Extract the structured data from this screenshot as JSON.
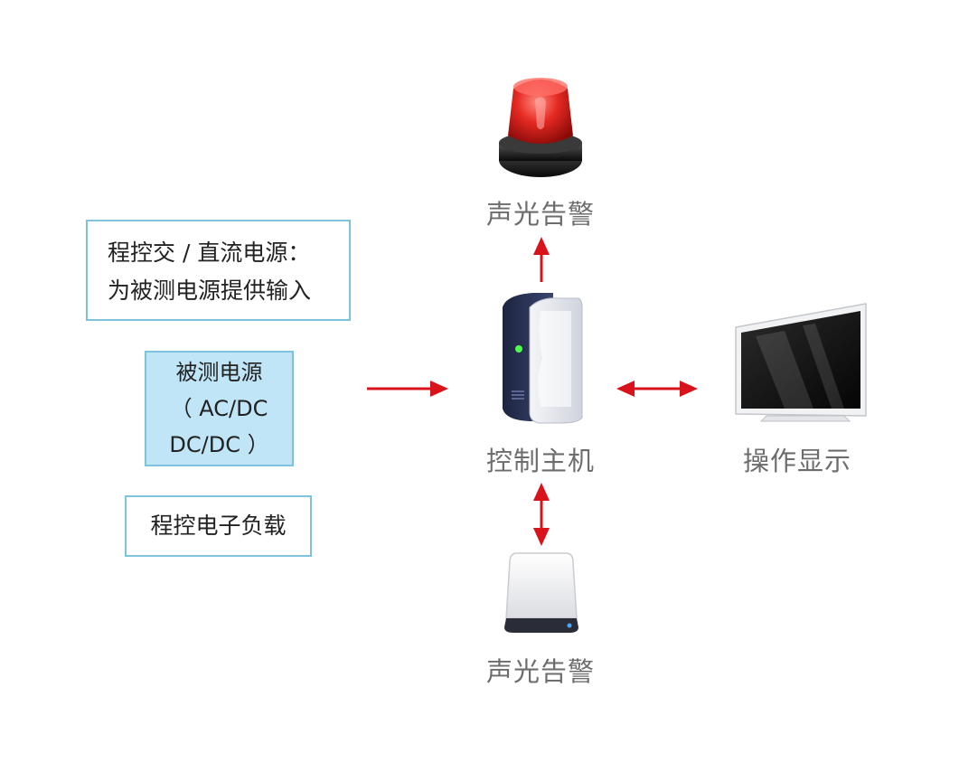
{
  "colors": {
    "arrow": "#d8131b",
    "box_border": "#7ec2dc",
    "power_fill": "#bfe5f7",
    "label_text": "#6d6d6d"
  },
  "alarm": {
    "icon": "red-siren-beacon-icon",
    "label": "声光告警"
  },
  "controller": {
    "icon": "server-tower-icon",
    "label": "控制主机"
  },
  "display": {
    "icon": "flat-screen-monitor-icon",
    "label": "操作显示"
  },
  "storage": {
    "icon": "external-hard-drive-icon",
    "label": "声光告警"
  },
  "left_boxes": {
    "programmable_supply": {
      "line1": "程控交 / 直流电源：",
      "line2": "为被测电源提供输入"
    },
    "device_under_test": {
      "line1": "被测电源",
      "line2": "（ AC/DC",
      "line3": "DC/DC ）"
    },
    "electronic_load": {
      "line1": "程控电子负载"
    }
  }
}
